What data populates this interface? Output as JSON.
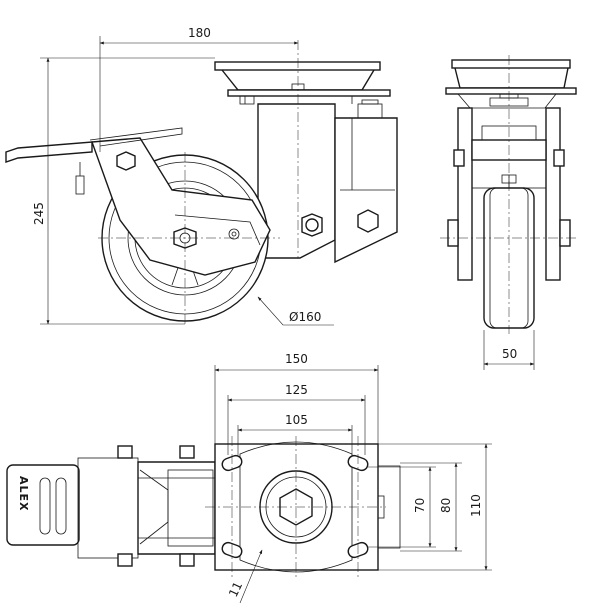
{
  "dimensions": {
    "top_width": "180",
    "height": "245",
    "wheel_diameter": "Ø160",
    "wheel_width": "50",
    "plate_length": "150",
    "hole_spacing_long": "125",
    "hole_spacing_short": "105",
    "hole_spacing_side": "70",
    "plate_side_inner": "80",
    "plate_side_outer": "110",
    "bolt_hole": "11"
  },
  "brand": "ALEX"
}
